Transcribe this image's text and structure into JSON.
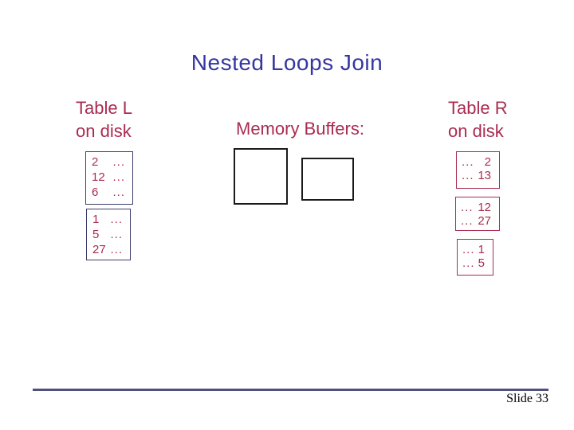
{
  "slide": {
    "title": "Nested Loops Join",
    "page_label": "Slide 33"
  },
  "colors": {
    "title-blue": "#3636A2",
    "crimson": "#A92C50",
    "navy-border": "#3B3B6B",
    "memory-border": "#1A1A1A",
    "footer-line": "#50507A",
    "slide-number": "#000000"
  },
  "left_table": {
    "label_line1": "Table L",
    "label_line2": "on disk",
    "pages": [
      {
        "rows": [
          {
            "num": "2",
            "dots": "..."
          },
          {
            "num": "12",
            "dots": "..."
          },
          {
            "num": "6",
            "dots": "..."
          }
        ]
      },
      {
        "rows": [
          {
            "num": "1",
            "dots": "..."
          },
          {
            "num": "5",
            "dots": "..."
          },
          {
            "num": "27",
            "dots": "..."
          }
        ]
      }
    ]
  },
  "memory": {
    "label": "Memory Buffers:"
  },
  "right_table": {
    "label_line1": "Table R",
    "label_line2": "on disk",
    "pages": [
      {
        "rows": [
          {
            "dots": "...",
            "num": "2"
          },
          {
            "dots": "...",
            "num": "13"
          }
        ]
      },
      {
        "rows": [
          {
            "dots": "...",
            "num": "12"
          },
          {
            "dots": "...",
            "num": "27"
          }
        ]
      },
      {
        "rows": [
          {
            "dots": "...",
            "num": "1"
          },
          {
            "dots": "...",
            "num": "5"
          }
        ]
      }
    ]
  }
}
